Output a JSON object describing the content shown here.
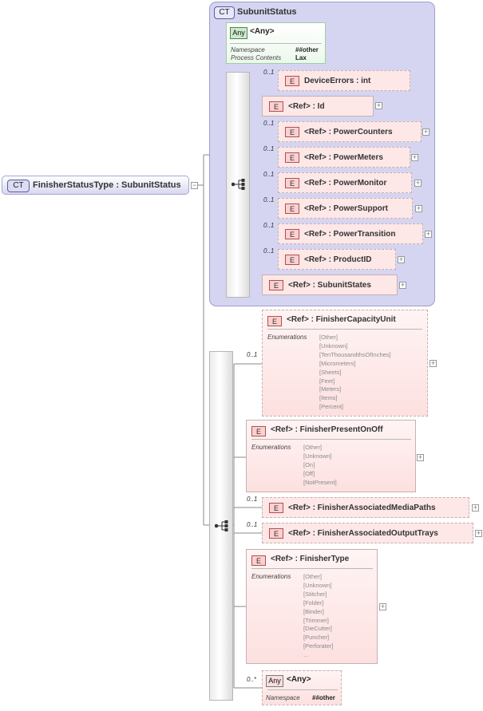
{
  "root": {
    "ct_tag": "CT",
    "name": "FinisherStatusType : SubunitStatus"
  },
  "complex_type": {
    "ct_tag": "CT",
    "title": "SubunitStatus",
    "any": {
      "tag": "Any",
      "name": "<Any>",
      "namespace_label": "Namespace",
      "namespace_value": "##other",
      "process_label": "Process Contents",
      "process_value": "Lax"
    },
    "elements": [
      {
        "tag": "E",
        "label": "DeviceErrors : int",
        "occurrence": "0..1"
      },
      {
        "tag": "E",
        "label": "<Ref>     : Id",
        "occurrence": ""
      },
      {
        "tag": "E",
        "label": "<Ref>     : PowerCounters",
        "occurrence": "0..1"
      },
      {
        "tag": "E",
        "label": "<Ref>     : PowerMeters",
        "occurrence": "0..1"
      },
      {
        "tag": "E",
        "label": "<Ref>     : PowerMonitor",
        "occurrence": "0..1"
      },
      {
        "tag": "E",
        "label": "<Ref>     : PowerSupport",
        "occurrence": "0..1"
      },
      {
        "tag": "E",
        "label": "<Ref>     : PowerTransition",
        "occurrence": "0..1"
      },
      {
        "tag": "E",
        "label": "<Ref>     : ProductID",
        "occurrence": "0..1"
      },
      {
        "tag": "E",
        "label": "<Ref>     : SubunitStates",
        "occurrence": ""
      }
    ]
  },
  "extension": {
    "capacity_unit": {
      "tag": "E",
      "label": "<Ref>     : FinisherCapacityUnit",
      "occurrence": "0..1",
      "enum_label": "Enumerations",
      "enums": [
        "[Other]",
        "[Unknown]",
        "[TenThousandthsOfInches]",
        "[Micrometers]",
        "[Sheets]",
        "[Feet]",
        "[Meters]",
        "[Items]",
        "[Percent]"
      ]
    },
    "present_on_off": {
      "tag": "E",
      "label": "<Ref>     : FinisherPresentOnOff",
      "occurrence": "",
      "enum_label": "Enumerations",
      "enums": [
        "[Other]",
        "[Unknown]",
        "[On]",
        "[Off]",
        "[NotPresent]"
      ]
    },
    "media_paths": {
      "tag": "E",
      "label": "<Ref>     : FinisherAssociatedMediaPaths",
      "occurrence": "0..1"
    },
    "output_trays": {
      "tag": "E",
      "label": "<Ref>     : FinisherAssociatedOutputTrays",
      "occurrence": "0..1"
    },
    "finisher_type": {
      "tag": "E",
      "label": "<Ref>     : FinisherType",
      "occurrence": "",
      "enum_label": "Enumerations",
      "enums": [
        "[Other]",
        "[Unknown]",
        "[Stitcher]",
        "[Folder]",
        "[Binder]",
        "[Trimmer]",
        "[DieCutter]",
        "[Puncher]",
        "[Perforater]",
        "..."
      ]
    },
    "any": {
      "tag": "Any",
      "name": "<Any>",
      "occurrence": "0..*",
      "namespace_label": "Namespace",
      "namespace_value": "##other"
    }
  },
  "symbols": {
    "expand": "+",
    "collapse": "−"
  }
}
